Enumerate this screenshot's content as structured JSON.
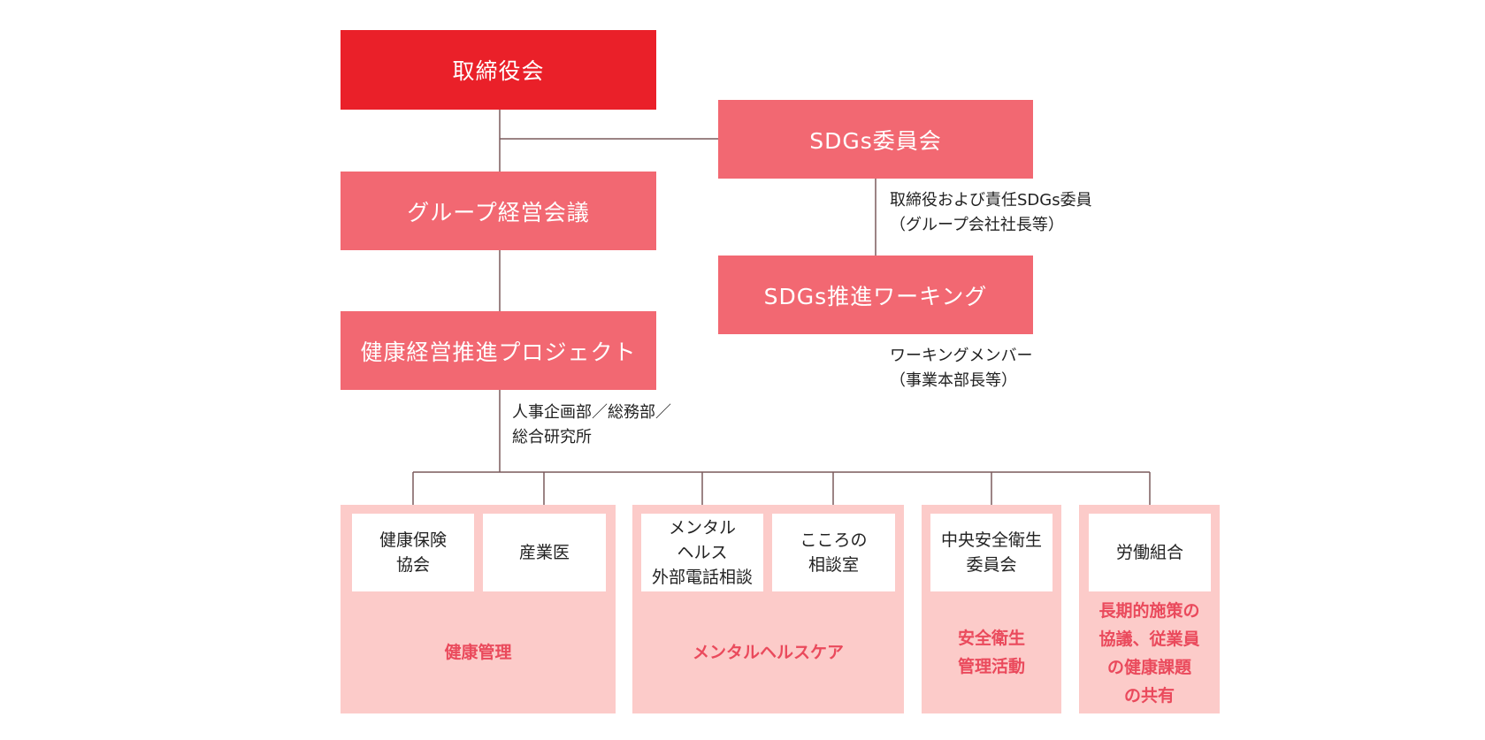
{
  "nodes": {
    "board": "取締役会",
    "sdgs_committee": "SDGs委員会",
    "group_management": "グループ経営会議",
    "sdgs_working": "SDGs推進ワーキング",
    "health_project": "健康経営推進プロジェクト"
  },
  "notes": {
    "sdgs_committee_members": "取締役および責任SDGs委員\n（グループ会社社長等）",
    "working_members": "ワーキングメンバー\n（事業本部長等）",
    "project_departments": "人事企画部／総務部／\n総合研究所"
  },
  "groups": [
    {
      "caption": "健康管理",
      "units": [
        "健康保険\n協会",
        "産業医"
      ]
    },
    {
      "caption": "メンタルヘルスケア",
      "units": [
        "メンタル\nヘルス\n外部電話相談",
        "こころの\n相談室"
      ]
    },
    {
      "caption": "安全衛生\n管理活動",
      "units": [
        "中央安全衛生\n委員会"
      ]
    },
    {
      "caption": "長期的施策の\n協議、従業員\nの健康課題\nの共有",
      "units": [
        "労働組合"
      ]
    }
  ],
  "colors": {
    "board": "#ea2029",
    "sub_node": "#f26872",
    "group_bg": "#fccbc9",
    "caption_text": "#ea4a5c",
    "connector": "#7a5a5c"
  }
}
